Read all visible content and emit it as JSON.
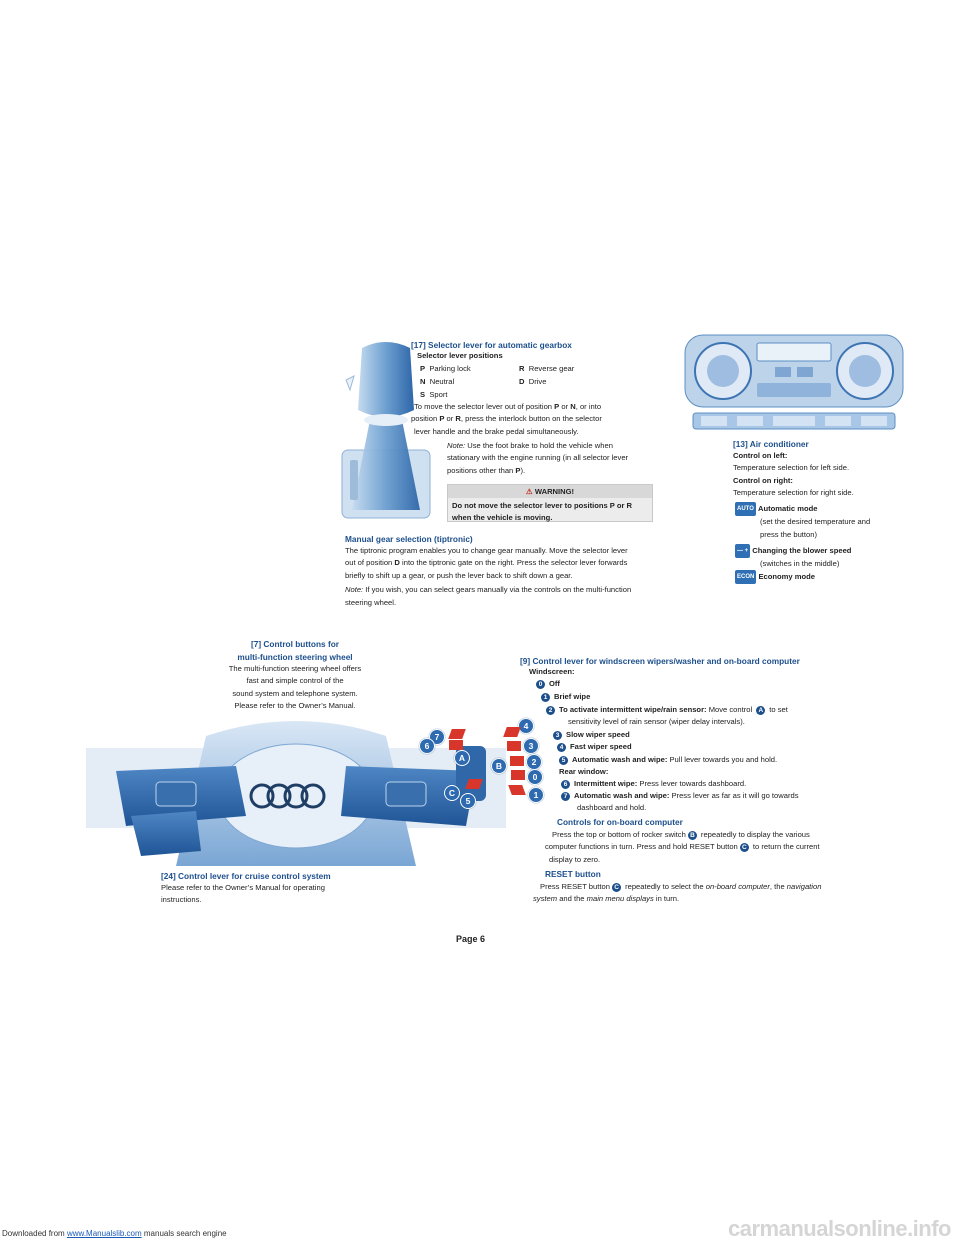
{
  "header": {
    "downloaded_from": "Downloaded from",
    "site": "www.Manualslib.com",
    "tail": "manuals search engine"
  },
  "selector": {
    "title": "[17] Selector lever for automatic gearbox",
    "positions_heading": "Selector lever positions",
    "positions": [
      {
        "key": "P",
        "label": "Parking lock"
      },
      {
        "key": "R",
        "label": "Reverse gear"
      },
      {
        "key": "N",
        "label": "Neutral"
      },
      {
        "key": "D",
        "label": "Drive"
      },
      {
        "key": "S",
        "label": "Sport"
      }
    ],
    "move_text_1": "To move the selector lever out of position",
    "move_text_p": "P",
    "move_text_or": "or",
    "move_text_n": "N",
    "move_text_2": ", or into",
    "move_line2_a": "position",
    "move_line2_p": "P",
    "move_line2_or": "or",
    "move_line2_r": "R",
    "move_line2_b": ", press the interlock button on the selector",
    "move_line3": "lever handle and the brake pedal simultaneously.",
    "note_label": "Note:",
    "note_line1": "Use the foot brake to hold the vehicle when",
    "note_line2": "stationary with the engine running (in all selector lever",
    "note_line3_a": "positions other than",
    "note_line3_p": "P",
    "note_line3_b": ").",
    "warning_title": "WARNING!",
    "warning_line1": "Do not move the selector lever to positions P or R",
    "warning_line2": "when the vehicle is moving."
  },
  "manual_gear": {
    "title": "Manual gear selection (tiptronic)",
    "line1": "The tiptronic program enables you to change gear manually. Move the selector lever",
    "line2_a": "out of position",
    "line2_d": "D",
    "line2_b": "into the tiptronic gate on the right. Press the selector lever forwards",
    "line3": "briefly to shift up a gear, or push the lever back to shift down a gear.",
    "note_label": "Note:",
    "note_line1": "If you wish, you can select gears manually via the controls on the multi-function",
    "note_line2": "steering wheel."
  },
  "aircon": {
    "title": "[13] Air conditioner",
    "left_label": "Control on left:",
    "left_text": "Temperature selection for left side.",
    "right_label": "Control on right:",
    "right_text": "Temperature selection for right side.",
    "auto_tag": "AUTO",
    "auto_title": "Automatic mode",
    "auto_line1": "(set the desired temperature and",
    "auto_line2": "press the button)",
    "blower_tag": "— +",
    "blower_title": "Changing the blower speed",
    "blower_line": "(switches in the middle)",
    "econ_tag": "ECON",
    "econ_title": "Economy  mode"
  },
  "mfsw": {
    "title1": "[7] Control buttons for",
    "title2": "multi-function steering wheel",
    "line1": "The multi-function steering wheel offers",
    "line2": "fast and simple control of the",
    "line3": "sound system and telephone system.",
    "line4": "Please refer to the Owner’s Manual."
  },
  "cruise": {
    "title": "[24] Control lever for cruise control system",
    "line1": "Please refer to the Owner’s Manual for operating",
    "line2": "instructions."
  },
  "wiper": {
    "title": "[9] Control lever for windscreen wipers/washer and on-board computer",
    "windscreen": "Windscreen:",
    "items": [
      {
        "n": "0",
        "bold": "Off",
        "text": ""
      },
      {
        "n": "1",
        "bold": "Brief wipe",
        "text": ""
      },
      {
        "n": "2",
        "bold": "To activate intermittent wipe/rain sensor:",
        "text": "Move control"
      },
      {
        "n": "3",
        "bold": "Slow wiper speed",
        "text": ""
      },
      {
        "n": "4",
        "bold": "Fast wiper speed",
        "text": ""
      },
      {
        "n": "5",
        "bold": "Automatic wash and wipe:",
        "text": "Pull lever towards you and hold."
      }
    ],
    "intermittent_badge": "A",
    "intermittent_tail": "to set",
    "intermittent_line2": "sensitivity level of rain sensor (wiper delay intervals).",
    "rear": "Rear window:",
    "rear_items": [
      {
        "n": "6",
        "bold": "Intermittent wipe:",
        "text": "Press lever towards dashboard."
      },
      {
        "n": "7",
        "bold": "Automatic wash and wipe:",
        "text": "Press lever as far as it will go towards"
      }
    ],
    "rear7_line2": "dashboard and hold.",
    "obc_title": "Controls for on-board computer",
    "obc_line1_a": "Press the top or bottom of rocker switch",
    "obc_line1_badge": "B",
    "obc_line1_b": "repeatedly to display the various",
    "obc_line2_a": "computer functions in turn. Press and hold RESET button",
    "obc_line2_badge": "C",
    "obc_line2_b": "to return the current",
    "obc_line3": "display to zero.",
    "reset_title": "RESET button",
    "reset_line1_a": "Press RESET button",
    "reset_line1_badge": "C",
    "reset_line1_b": "repeatedly to select the",
    "reset_line1_i1": "on-board computer",
    "reset_line1_c": ", the",
    "reset_line1_i2": "navigation",
    "reset_line2_i1": "system",
    "reset_line2_a": "and the",
    "reset_line2_i2": "main menu displays",
    "reset_line2_b": "in turn."
  },
  "wheel_badges": [
    "7",
    "6",
    "A",
    "B",
    "C",
    "5",
    "4",
    "3",
    "2",
    "0",
    "1"
  ],
  "page_label": "Page 6",
  "footer": {
    "site": "carmanualsonline.info"
  }
}
